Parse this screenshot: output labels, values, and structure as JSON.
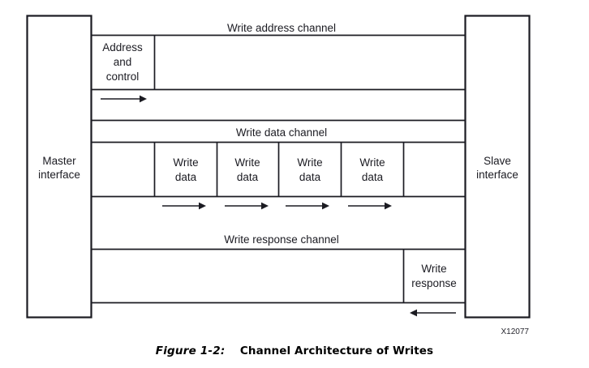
{
  "figure": {
    "number_label": "Figure 1-2:",
    "title": "Channel Architecture of Writes",
    "id_code": "X12077"
  },
  "diagram": {
    "type": "block-timing-diagram",
    "master_box": {
      "line1": "Master",
      "line2": "interface"
    },
    "slave_box": {
      "line1": "Slave",
      "line2": "interface"
    },
    "channels": [
      {
        "name": "write-address-channel",
        "label": "Write address channel",
        "payload_cells": [
          {
            "line1": "Address",
            "line2": "and",
            "line3": "control"
          }
        ],
        "arrows": [
          {
            "direction": "right"
          }
        ]
      },
      {
        "name": "write-data-channel",
        "label": "Write data channel",
        "payload_cells": [
          {
            "line1": "Write",
            "line2": "data"
          },
          {
            "line1": "Write",
            "line2": "data"
          },
          {
            "line1": "Write",
            "line2": "data"
          },
          {
            "line1": "Write",
            "line2": "data"
          }
        ],
        "arrows": [
          {
            "direction": "right"
          },
          {
            "direction": "right"
          },
          {
            "direction": "right"
          },
          {
            "direction": "right"
          }
        ]
      },
      {
        "name": "write-response-channel",
        "label": "Write response channel",
        "payload_cells": [
          {
            "line1": "Write",
            "line2": "response"
          }
        ],
        "arrows": [
          {
            "direction": "left"
          }
        ]
      }
    ],
    "colors": {
      "stroke": "#1b1b22",
      "background": "#ffffff",
      "text": "#1b1b22"
    }
  }
}
